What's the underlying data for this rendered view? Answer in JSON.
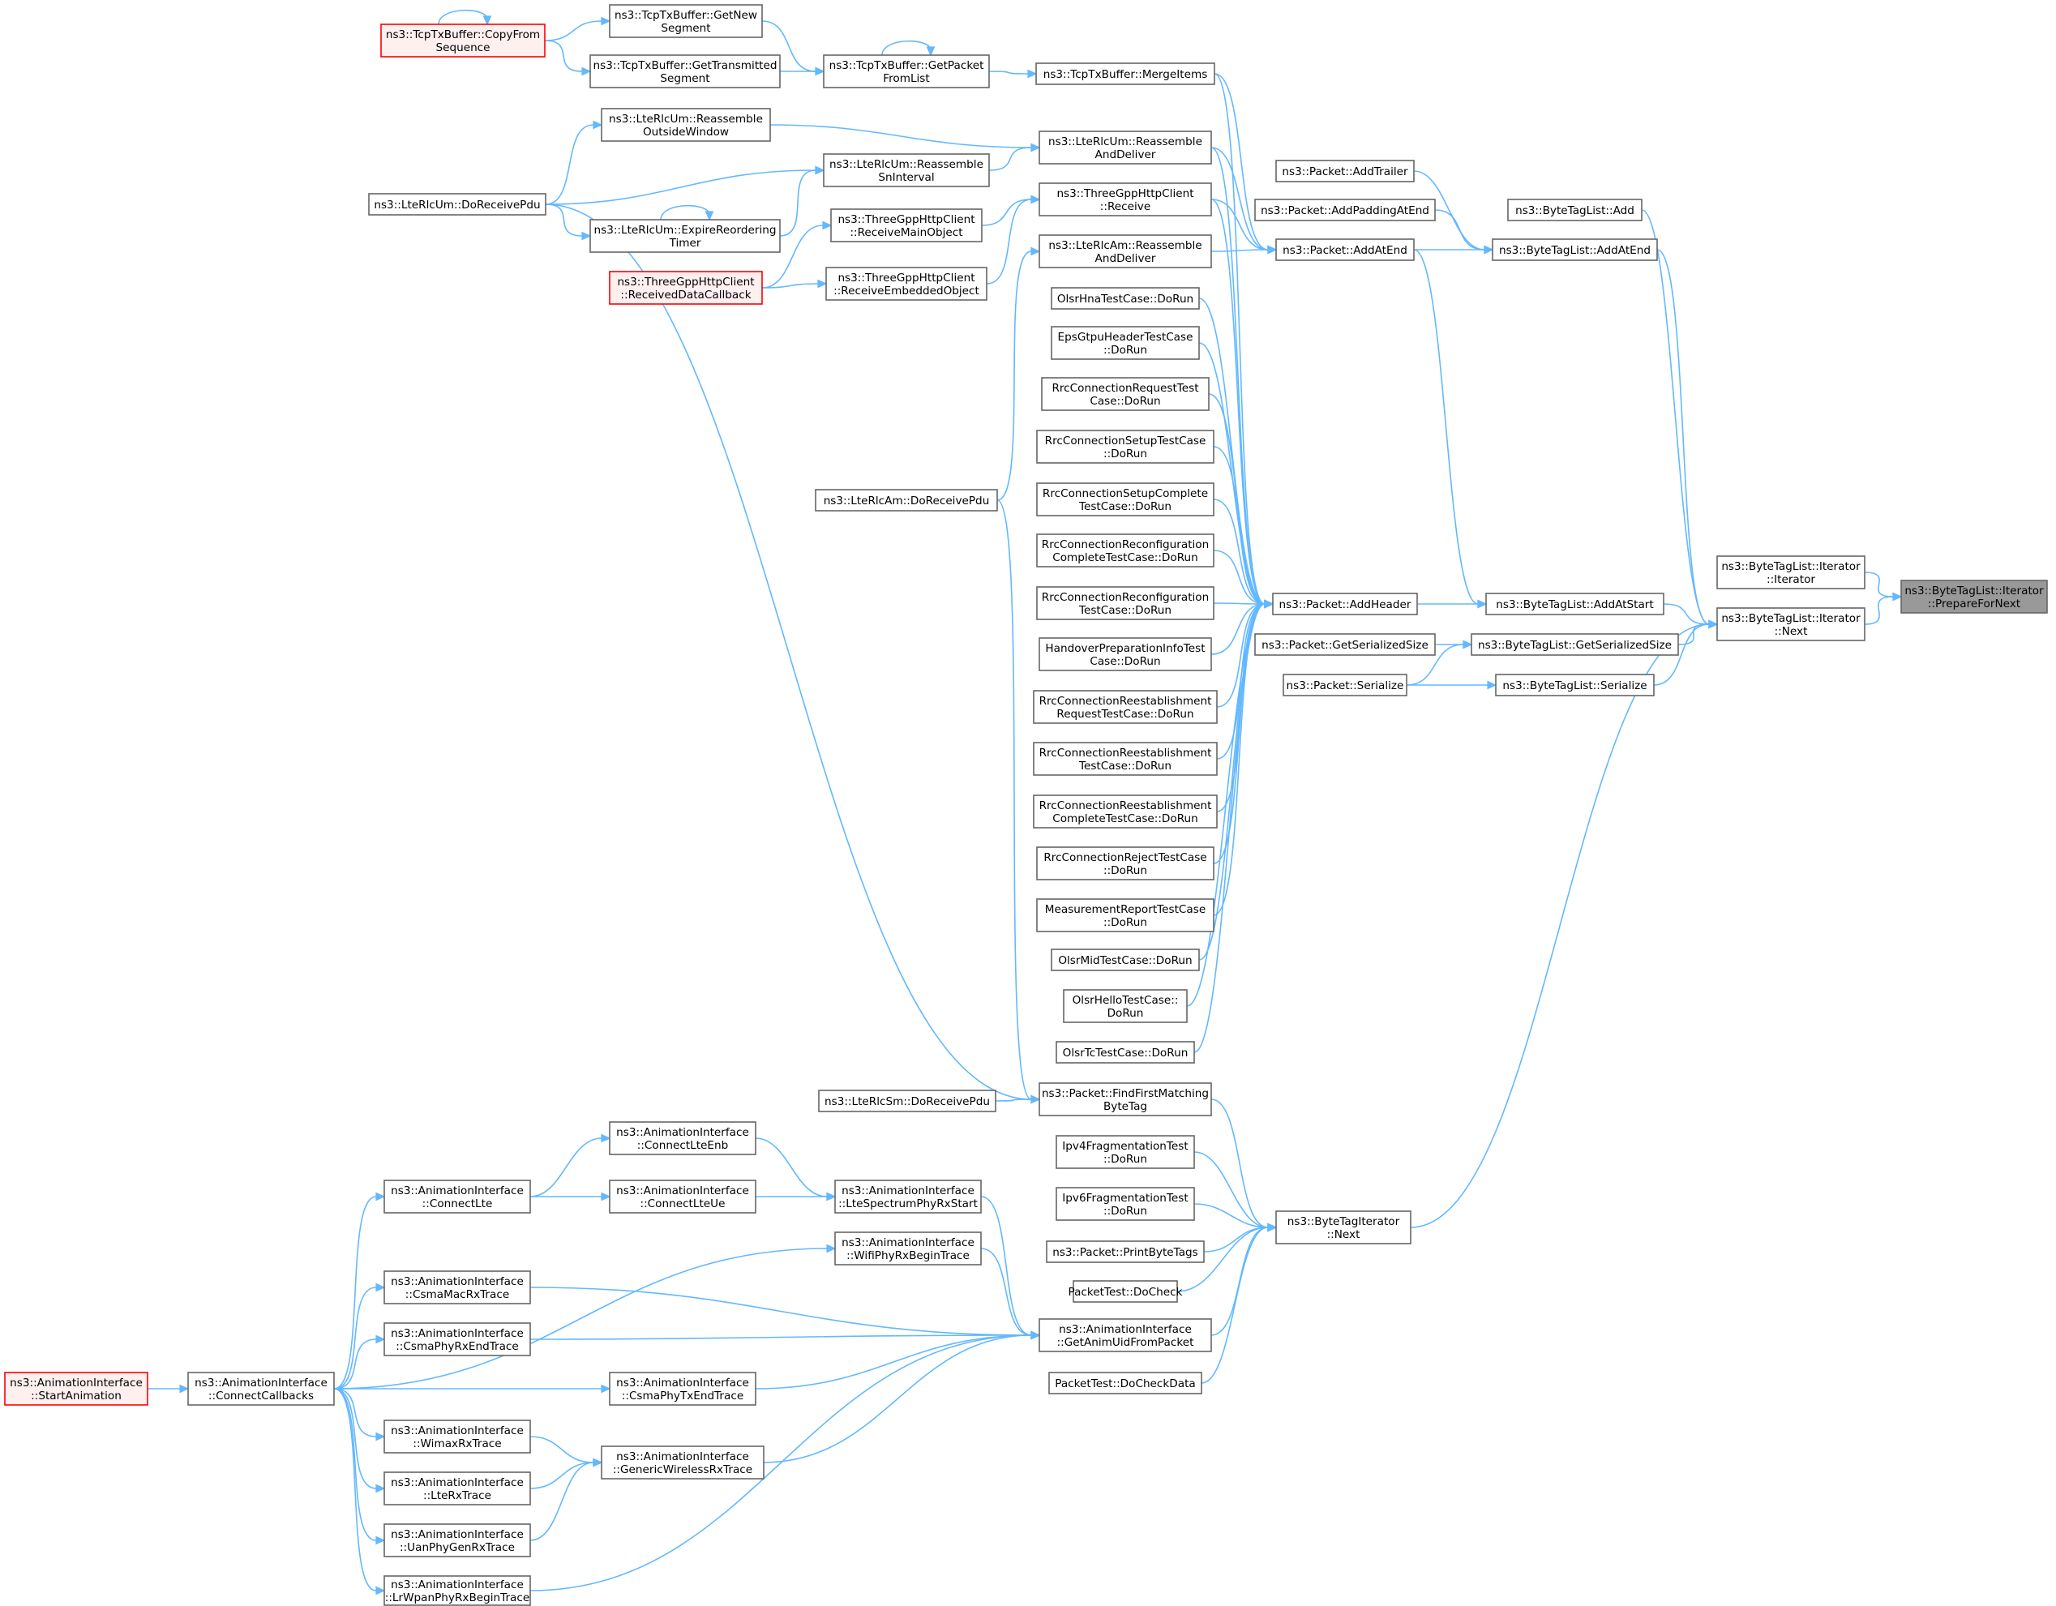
{
  "colors": {
    "edge": "#63b8ff",
    "node_border": "#666666",
    "node_fill": "#ffffff",
    "truncated_border": "#ff0000",
    "truncated_fill": "#fff0f0",
    "focus_fill": "#999999",
    "focus_border": "#666666"
  },
  "nodes": [
    {
      "id": "prepare",
      "lines": [
        "ns3::ByteTagList::Iterator",
        "::PrepareForNext"
      ],
      "style": "focus"
    },
    {
      "id": "iter_ctor",
      "lines": [
        "ns3::ByteTagList::Iterator",
        "::Iterator"
      ],
      "style": "normal"
    },
    {
      "id": "iter_next",
      "lines": [
        "ns3::ByteTagList::Iterator",
        "::Next"
      ],
      "style": "normal"
    },
    {
      "id": "btl_add",
      "lines": [
        "ns3::ByteTagList::Add"
      ],
      "style": "normal"
    },
    {
      "id": "btl_addatend",
      "lines": [
        "ns3::ByteTagList::AddAtEnd"
      ],
      "style": "normal"
    },
    {
      "id": "btl_addatstart",
      "lines": [
        "ns3::ByteTagList::AddAtStart"
      ],
      "style": "normal"
    },
    {
      "id": "btl_getser",
      "lines": [
        "ns3::ByteTagList::GetSerializedSize"
      ],
      "style": "normal"
    },
    {
      "id": "btl_ser",
      "lines": [
        "ns3::ByteTagList::Serialize"
      ],
      "style": "normal"
    },
    {
      "id": "pk_addtrailer",
      "lines": [
        "ns3::Packet::AddTrailer"
      ],
      "style": "normal"
    },
    {
      "id": "pk_addpadding",
      "lines": [
        "ns3::Packet::AddPaddingAtEnd"
      ],
      "style": "normal"
    },
    {
      "id": "pk_addatend",
      "lines": [
        "ns3::Packet::AddAtEnd"
      ],
      "style": "normal"
    },
    {
      "id": "pk_addheader",
      "lines": [
        "ns3::Packet::AddHeader"
      ],
      "style": "normal"
    },
    {
      "id": "pk_getser",
      "lines": [
        "ns3::Packet::GetSerializedSize"
      ],
      "style": "normal"
    },
    {
      "id": "pk_ser",
      "lines": [
        "ns3::Packet::Serialize"
      ],
      "style": "normal"
    },
    {
      "id": "bti_next",
      "lines": [
        "ns3::ByteTagIterator",
        "::Next"
      ],
      "style": "normal"
    },
    {
      "id": "tcp_merge",
      "lines": [
        "ns3::TcpTxBuffer::MergeItems"
      ],
      "style": "normal"
    },
    {
      "id": "tcp_getpacket",
      "lines": [
        "ns3::TcpTxBuffer::GetPacket",
        "FromList"
      ],
      "style": "normal"
    },
    {
      "id": "tcp_getnew",
      "lines": [
        "ns3::TcpTxBuffer::GetNew",
        "Segment"
      ],
      "style": "normal"
    },
    {
      "id": "tcp_gettrans",
      "lines": [
        "ns3::TcpTxBuffer::GetTransmitted",
        "Segment"
      ],
      "style": "normal"
    },
    {
      "id": "tcp_copy",
      "lines": [
        "ns3::TcpTxBuffer::CopyFrom",
        "Sequence"
      ],
      "style": "truncated"
    },
    {
      "id": "um_reassdeliver",
      "lines": [
        "ns3::LteRlcUm::Reassemble",
        "AndDeliver"
      ],
      "style": "normal"
    },
    {
      "id": "um_outside",
      "lines": [
        "ns3::LteRlcUm::Reassemble",
        "OutsideWindow"
      ],
      "style": "normal"
    },
    {
      "id": "um_sninterval",
      "lines": [
        "ns3::LteRlcUm::Reassemble",
        "SnInterval"
      ],
      "style": "normal"
    },
    {
      "id": "um_expire",
      "lines": [
        "ns3::LteRlcUm::ExpireReordering",
        "Timer"
      ],
      "style": "normal"
    },
    {
      "id": "um_doreceive",
      "lines": [
        "ns3::LteRlcUm::DoReceivePdu"
      ],
      "style": "normal"
    },
    {
      "id": "http_receive",
      "lines": [
        "ns3::ThreeGppHttpClient",
        "::Receive"
      ],
      "style": "normal"
    },
    {
      "id": "http_mainobj",
      "lines": [
        "ns3::ThreeGppHttpClient",
        "::ReceiveMainObject"
      ],
      "style": "normal"
    },
    {
      "id": "http_embedded",
      "lines": [
        "ns3::ThreeGppHttpClient",
        "::ReceiveEmbeddedObject"
      ],
      "style": "normal"
    },
    {
      "id": "http_datacb",
      "lines": [
        "ns3::ThreeGppHttpClient",
        "::ReceivedDataCallback"
      ],
      "style": "truncated"
    },
    {
      "id": "am_reassdeliver",
      "lines": [
        "ns3::LteRlcAm::Reassemble",
        "AndDeliver"
      ],
      "style": "normal"
    },
    {
      "id": "am_doreceive",
      "lines": [
        "ns3::LteRlcAm::DoReceivePdu"
      ],
      "style": "normal"
    },
    {
      "id": "t_olsrhna",
      "lines": [
        "OlsrHnaTestCase::DoRun"
      ],
      "style": "normal"
    },
    {
      "id": "t_epsgtpu",
      "lines": [
        "EpsGtpuHeaderTestCase",
        "::DoRun"
      ],
      "style": "normal"
    },
    {
      "id": "t_rrcreq",
      "lines": [
        "RrcConnectionRequestTest",
        "Case::DoRun"
      ],
      "style": "normal"
    },
    {
      "id": "t_rrcsetup",
      "lines": [
        "RrcConnectionSetupTestCase",
        "::DoRun"
      ],
      "style": "normal"
    },
    {
      "id": "t_rrcsetupcomp",
      "lines": [
        "RrcConnectionSetupComplete",
        "TestCase::DoRun"
      ],
      "style": "normal"
    },
    {
      "id": "t_rrcreconfcomp",
      "lines": [
        "RrcConnectionReconfiguration",
        "CompleteTestCase::DoRun"
      ],
      "style": "normal"
    },
    {
      "id": "t_rrcreconf",
      "lines": [
        "RrcConnectionReconfiguration",
        "TestCase::DoRun"
      ],
      "style": "normal"
    },
    {
      "id": "t_handover",
      "lines": [
        "HandoverPreparationInfoTest",
        "Case::DoRun"
      ],
      "style": "normal"
    },
    {
      "id": "t_rrcreestreq",
      "lines": [
        "RrcConnectionReestablishment",
        "RequestTestCase::DoRun"
      ],
      "style": "normal"
    },
    {
      "id": "t_rrcreest",
      "lines": [
        "RrcConnectionReestablishment",
        "TestCase::DoRun"
      ],
      "style": "normal"
    },
    {
      "id": "t_rrcreestcomp",
      "lines": [
        "RrcConnectionReestablishment",
        "CompleteTestCase::DoRun"
      ],
      "style": "normal"
    },
    {
      "id": "t_rrcreject",
      "lines": [
        "RrcConnectionRejectTestCase",
        "::DoRun"
      ],
      "style": "normal"
    },
    {
      "id": "t_measreport",
      "lines": [
        "MeasurementReportTestCase",
        "::DoRun"
      ],
      "style": "normal"
    },
    {
      "id": "t_olsrmid",
      "lines": [
        "OlsrMidTestCase::DoRun"
      ],
      "style": "normal"
    },
    {
      "id": "t_olsrhello",
      "lines": [
        "OlsrHelloTestCase::",
        "DoRun"
      ],
      "style": "normal"
    },
    {
      "id": "t_olsrtc",
      "lines": [
        "OlsrTcTestCase::DoRun"
      ],
      "style": "normal"
    },
    {
      "id": "pk_findfirst",
      "lines": [
        "ns3::Packet::FindFirstMatching",
        "ByteTag"
      ],
      "style": "normal"
    },
    {
      "id": "sm_doreceive",
      "lines": [
        "ns3::LteRlcSm::DoReceivePdu"
      ],
      "style": "normal"
    },
    {
      "id": "t_ipv4frag",
      "lines": [
        "Ipv4FragmentationTest",
        "::DoRun"
      ],
      "style": "normal"
    },
    {
      "id": "t_ipv6frag",
      "lines": [
        "Ipv6FragmentationTest",
        "::DoRun"
      ],
      "style": "normal"
    },
    {
      "id": "pk_printbyte",
      "lines": [
        "ns3::Packet::PrintByteTags"
      ],
      "style": "normal"
    },
    {
      "id": "t_pktdocheck",
      "lines": [
        "PacketTest::DoCheck"
      ],
      "style": "normal"
    },
    {
      "id": "ai_getanimuid",
      "lines": [
        "ns3::AnimationInterface",
        "::GetAnimUidFromPacket"
      ],
      "style": "normal"
    },
    {
      "id": "t_pktdocheckdata",
      "lines": [
        "PacketTest::DoCheckData"
      ],
      "style": "normal"
    },
    {
      "id": "ai_connectlteenb",
      "lines": [
        "ns3::AnimationInterface",
        "::ConnectLteEnb"
      ],
      "style": "normal"
    },
    {
      "id": "ai_connectlteue",
      "lines": [
        "ns3::AnimationInterface",
        "::ConnectLteUe"
      ],
      "style": "normal"
    },
    {
      "id": "ai_ltespectrum",
      "lines": [
        "ns3::AnimationInterface",
        "::LteSpectrumPhyRxStart"
      ],
      "style": "normal"
    },
    {
      "id": "ai_wifiphy",
      "lines": [
        "ns3::AnimationInterface",
        "::WifiPhyRxBeginTrace"
      ],
      "style": "normal"
    },
    {
      "id": "ai_connectlte",
      "lines": [
        "ns3::AnimationInterface",
        "::ConnectLte"
      ],
      "style": "normal"
    },
    {
      "id": "ai_csmamac",
      "lines": [
        "ns3::AnimationInterface",
        "::CsmaMacRxTrace"
      ],
      "style": "normal"
    },
    {
      "id": "ai_csmaphyrxend",
      "lines": [
        "ns3::AnimationInterface",
        "::CsmaPhyRxEndTrace"
      ],
      "style": "normal"
    },
    {
      "id": "ai_csmaphytxend",
      "lines": [
        "ns3::AnimationInterface",
        "::CsmaPhyTxEndTrace"
      ],
      "style": "normal"
    },
    {
      "id": "ai_connectcb",
      "lines": [
        "ns3::AnimationInterface",
        "::ConnectCallbacks"
      ],
      "style": "normal"
    },
    {
      "id": "ai_startanim",
      "lines": [
        "ns3::AnimationInterface",
        "::StartAnimation"
      ],
      "style": "truncated"
    },
    {
      "id": "ai_wimax",
      "lines": [
        "ns3::AnimationInterface",
        "::WimaxRxTrace"
      ],
      "style": "normal"
    },
    {
      "id": "ai_generic",
      "lines": [
        "ns3::AnimationInterface",
        "::GenericWirelessRxTrace"
      ],
      "style": "normal"
    },
    {
      "id": "ai_lterx",
      "lines": [
        "ns3::AnimationInterface",
        "::LteRxTrace"
      ],
      "style": "normal"
    },
    {
      "id": "ai_uanphy",
      "lines": [
        "ns3::AnimationInterface",
        "::UanPhyGenRxTrace"
      ],
      "style": "normal"
    },
    {
      "id": "ai_lrwpan",
      "lines": [
        "ns3::AnimationInterface",
        "::LrWpanPhyRxBeginTrace"
      ],
      "style": "normal"
    }
  ],
  "edges": [
    [
      "iter_ctor",
      "prepare"
    ],
    [
      "iter_next",
      "prepare"
    ],
    [
      "btl_add",
      "iter_next"
    ],
    [
      "btl_addatend",
      "iter_next"
    ],
    [
      "btl_addatstart",
      "iter_next"
    ],
    [
      "btl_getser",
      "iter_next"
    ],
    [
      "btl_ser",
      "iter_next"
    ],
    [
      "bti_next",
      "iter_next"
    ],
    [
      "pk_addtrailer",
      "btl_addatend"
    ],
    [
      "pk_addpadding",
      "btl_addatend"
    ],
    [
      "pk_addatend",
      "btl_addatend"
    ],
    [
      "pk_addheader",
      "btl_addatstart"
    ],
    [
      "pk_addatend",
      "btl_addatstart"
    ],
    [
      "pk_getser",
      "btl_getser"
    ],
    [
      "pk_ser",
      "btl_getser"
    ],
    [
      "pk_ser",
      "btl_ser"
    ],
    [
      "tcp_merge",
      "pk_addatend"
    ],
    [
      "um_reassdeliver",
      "pk_addatend"
    ],
    [
      "http_receive",
      "pk_addatend"
    ],
    [
      "am_reassdeliver",
      "pk_addatend"
    ],
    [
      "tcp_merge",
      "pk_addheader"
    ],
    [
      "um_reassdeliver",
      "pk_addheader"
    ],
    [
      "http_receive",
      "pk_addheader"
    ],
    [
      "t_olsrhna",
      "pk_addheader"
    ],
    [
      "t_epsgtpu",
      "pk_addheader"
    ],
    [
      "t_rrcreq",
      "pk_addheader"
    ],
    [
      "t_rrcsetup",
      "pk_addheader"
    ],
    [
      "t_rrcsetupcomp",
      "pk_addheader"
    ],
    [
      "t_rrcreconfcomp",
      "pk_addheader"
    ],
    [
      "t_rrcreconf",
      "pk_addheader"
    ],
    [
      "t_handover",
      "pk_addheader"
    ],
    [
      "t_rrcreestreq",
      "pk_addheader"
    ],
    [
      "t_rrcreest",
      "pk_addheader"
    ],
    [
      "t_rrcreestcomp",
      "pk_addheader"
    ],
    [
      "t_rrcreject",
      "pk_addheader"
    ],
    [
      "t_measreport",
      "pk_addheader"
    ],
    [
      "t_olsrmid",
      "pk_addheader"
    ],
    [
      "t_olsrhello",
      "pk_addheader"
    ],
    [
      "t_olsrtc",
      "pk_addheader"
    ],
    [
      "pk_findfirst",
      "bti_next"
    ],
    [
      "t_ipv4frag",
      "bti_next"
    ],
    [
      "t_ipv6frag",
      "bti_next"
    ],
    [
      "pk_printbyte",
      "bti_next"
    ],
    [
      "t_pktdocheck",
      "bti_next"
    ],
    [
      "ai_getanimuid",
      "bti_next"
    ],
    [
      "t_pktdocheckdata",
      "bti_next"
    ],
    [
      "tcp_getpacket",
      "tcp_merge"
    ],
    [
      "tcp_getnew",
      "tcp_getpacket"
    ],
    [
      "tcp_gettrans",
      "tcp_getpacket"
    ],
    [
      "tcp_getpacket",
      "tcp_getpacket"
    ],
    [
      "tcp_copy",
      "tcp_getnew"
    ],
    [
      "tcp_copy",
      "tcp_gettrans"
    ],
    [
      "tcp_copy",
      "tcp_copy"
    ],
    [
      "um_outside",
      "um_reassdeliver"
    ],
    [
      "um_sninterval",
      "um_reassdeliver"
    ],
    [
      "um_doreceive",
      "um_outside"
    ],
    [
      "um_doreceive",
      "um_sninterval"
    ],
    [
      "um_expire",
      "um_sninterval"
    ],
    [
      "um_doreceive",
      "um_expire"
    ],
    [
      "um_expire",
      "um_expire"
    ],
    [
      "http_mainobj",
      "http_receive"
    ],
    [
      "http_embedded",
      "http_receive"
    ],
    [
      "http_datacb",
      "http_mainobj"
    ],
    [
      "http_datacb",
      "http_embedded"
    ],
    [
      "am_doreceive",
      "am_reassdeliver"
    ],
    [
      "um_doreceive",
      "pk_findfirst"
    ],
    [
      "am_doreceive",
      "pk_findfirst"
    ],
    [
      "sm_doreceive",
      "pk_findfirst"
    ],
    [
      "ai_ltespectrum",
      "ai_getanimuid"
    ],
    [
      "ai_wifiphy",
      "ai_getanimuid"
    ],
    [
      "ai_csmamac",
      "ai_getanimuid"
    ],
    [
      "ai_csmaphyrxend",
      "ai_getanimuid"
    ],
    [
      "ai_csmaphytxend",
      "ai_getanimuid"
    ],
    [
      "ai_generic",
      "ai_getanimuid"
    ],
    [
      "ai_lrwpan",
      "ai_getanimuid"
    ],
    [
      "ai_connectlteenb",
      "ai_ltespectrum"
    ],
    [
      "ai_connectlteue",
      "ai_ltespectrum"
    ],
    [
      "ai_connectlte",
      "ai_connectlteenb"
    ],
    [
      "ai_connectlte",
      "ai_connectlteue"
    ],
    [
      "ai_connectcb",
      "ai_connectlte"
    ],
    [
      "ai_connectcb",
      "ai_wifiphy"
    ],
    [
      "ai_connectcb",
      "ai_csmamac"
    ],
    [
      "ai_connectcb",
      "ai_csmaphyrxend"
    ],
    [
      "ai_connectcb",
      "ai_csmaphytxend"
    ],
    [
      "ai_connectcb",
      "ai_wimax"
    ],
    [
      "ai_connectcb",
      "ai_lterx"
    ],
    [
      "ai_connectcb",
      "ai_uanphy"
    ],
    [
      "ai_connectcb",
      "ai_lrwpan"
    ],
    [
      "ai_startanim",
      "ai_connectcb"
    ],
    [
      "ai_wimax",
      "ai_generic"
    ],
    [
      "ai_lterx",
      "ai_generic"
    ],
    [
      "ai_uanphy",
      "ai_generic"
    ]
  ]
}
